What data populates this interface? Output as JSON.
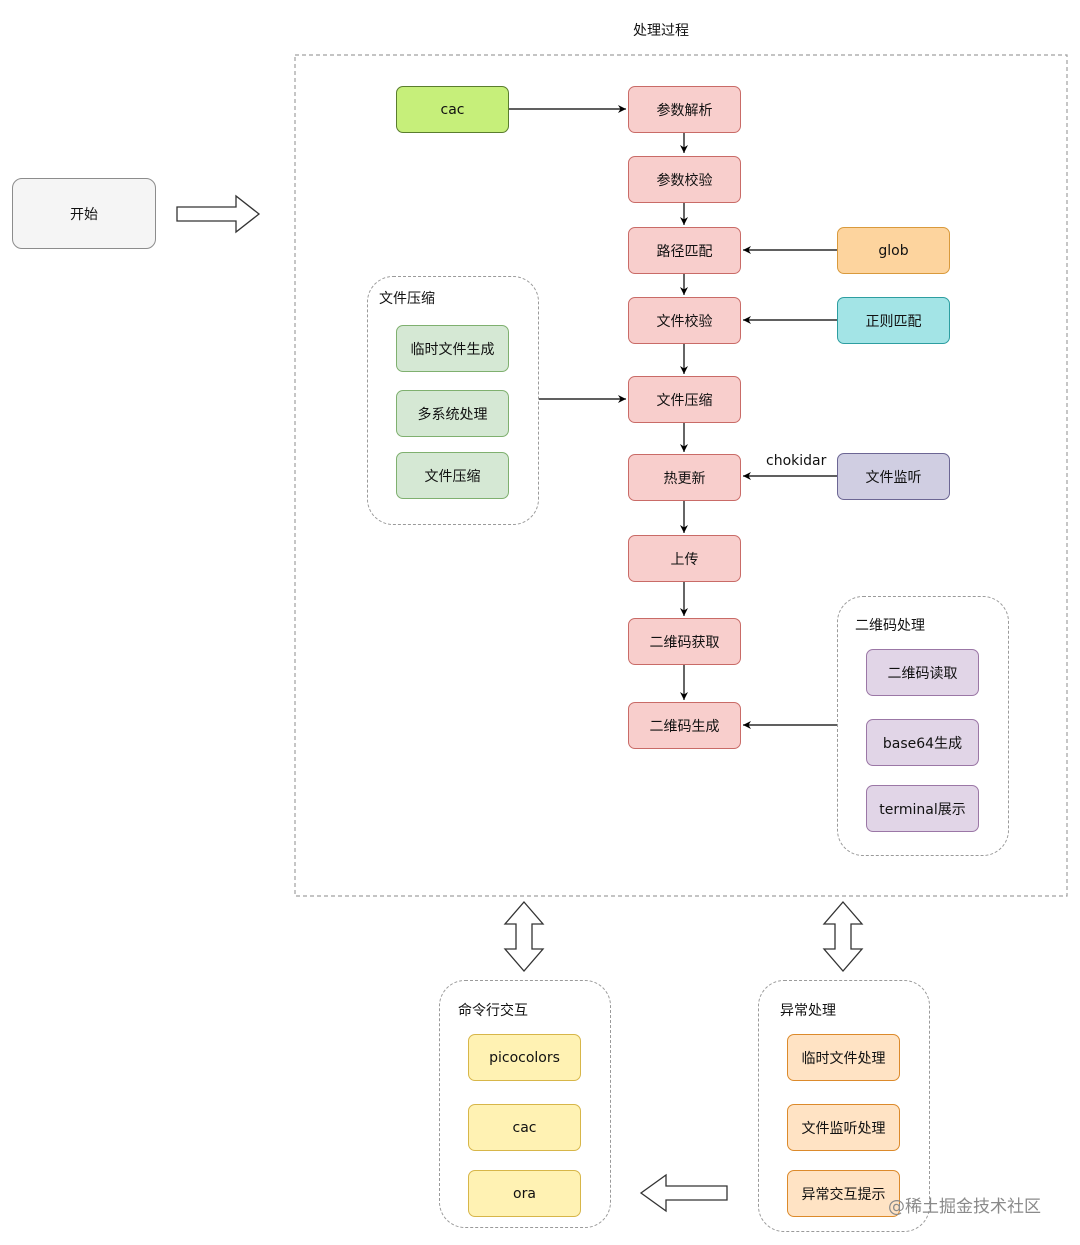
{
  "title": "处理过程",
  "start": "开始",
  "source": "cac",
  "pipeline": [
    "参数解析",
    "参数校验",
    "路径匹配",
    "文件校验",
    "文件压缩",
    "热更新",
    "上传",
    "二维码获取",
    "二维码生成"
  ],
  "inputs": {
    "glob": "glob",
    "regex": "正则匹配",
    "watch": "文件监听",
    "watch_edge_label": "chokidar"
  },
  "compress_group": {
    "title": "文件压缩",
    "items": [
      "临时文件生成",
      "多系统处理",
      "文件压缩"
    ]
  },
  "qrcode_group": {
    "title": "二维码处理",
    "items": [
      "二维码读取",
      "base64生成",
      "terminal展示"
    ]
  },
  "cli_group": {
    "title": "命令行交互",
    "items": [
      "picocolors",
      "cac",
      "ora"
    ]
  },
  "error_group": {
    "title": "异常处理",
    "items": [
      "临时文件处理",
      "文件监听处理",
      "异常交互提示"
    ]
  },
  "watermark": "@稀土掘金技术社区",
  "colors": {
    "pipeline_fill": "#f8cecc",
    "source_fill": "#c6ef7a",
    "glob_fill": "#fdd49e",
    "regex_fill": "#a3e4e6",
    "watch_fill": "#d0cee2",
    "compress_fill": "#d5e8d4",
    "qrcode_fill": "#e1d5e7",
    "cli_fill": "#fff2b3",
    "error_fill": "#ffe3c4"
  }
}
